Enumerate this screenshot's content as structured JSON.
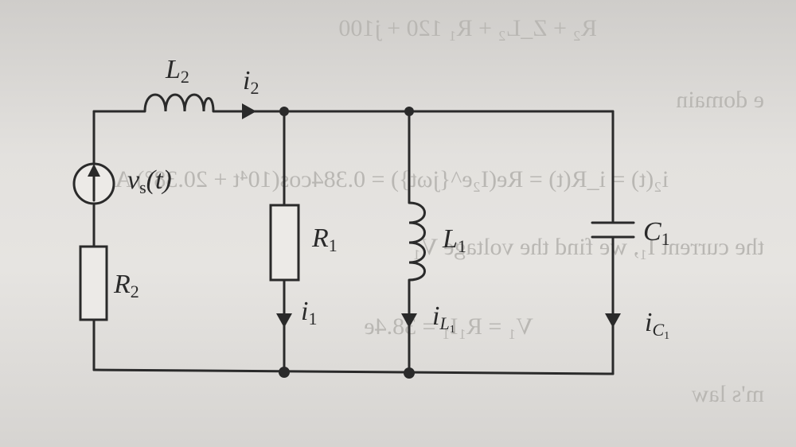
{
  "labels": {
    "L2": {
      "main": "L",
      "sub": "2"
    },
    "i2": {
      "main": "i",
      "sub": "2"
    },
    "vs": {
      "main": "v",
      "sub": "s",
      "arg": "(t)"
    },
    "R2": {
      "main": "R",
      "sub": "2"
    },
    "R1": {
      "main": "R",
      "sub": "1"
    },
    "i1": {
      "main": "i",
      "sub": "1"
    },
    "L1": {
      "main": "L",
      "sub": "1"
    },
    "iL1": {
      "main": "i",
      "sub": "L",
      "subsub": "1"
    },
    "C1": {
      "main": "C",
      "sub": "1"
    },
    "iC1": {
      "main": "i",
      "sub": "C",
      "subsub": "1"
    }
  },
  "background_text": {
    "line1": "R₂ + Z_L₂ + R₁      120 + j100",
    "line2": "e domain",
    "line3": "i₂(t) = i_R(t) = Re(I₂e^{jωt}) = 0.384cos(10⁴t + 20.38°) A",
    "line4": "the current I₁, we find the voltage V₁",
    "line5": "V₁ = R₁I₁ = 38.4e",
    "line6": "m's law"
  },
  "colors": {
    "ink": "#2a2a2a",
    "paper": "#e3e1de",
    "ghost": "#b9b7b3"
  }
}
